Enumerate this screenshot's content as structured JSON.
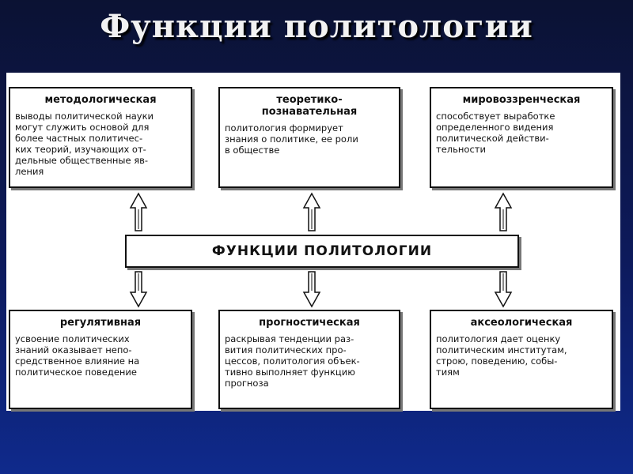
{
  "title": "Функции политологии",
  "center_label": "ФУНКЦИИ ПОЛИТОЛОГИИ",
  "functions": {
    "top": [
      {
        "head": "методологическая",
        "text": "выводы политической науки\nмогут служить основой для\nболее частных политичес-\nких теорий, изучающих от-\nдельные общественные яв-\nления"
      },
      {
        "head": "теоретико-\nпознавательная",
        "text": "политология формирует\nзнания о политике, ее роли\nв обществе"
      },
      {
        "head": "мировоззренческая",
        "text": "способствует выработке\nопределенного видения\nполитической действи-\nтельности"
      }
    ],
    "bottom": [
      {
        "head": "регулятивная",
        "text": "усвоение политических\nзнаний оказывает непо-\nсредственное влияние на\nполитическое поведение"
      },
      {
        "head": "прогностическая",
        "text": "раскрывая тенденции раз-\nвития политических про-\nцессов, политология объек-\nтивно выполняет функцию\nпрогноза"
      },
      {
        "head": "аксеологическая",
        "text": "политология дает оценку\nполитическим институтам,\nстрою, поведению, собы-\nтиям"
      }
    ]
  }
}
